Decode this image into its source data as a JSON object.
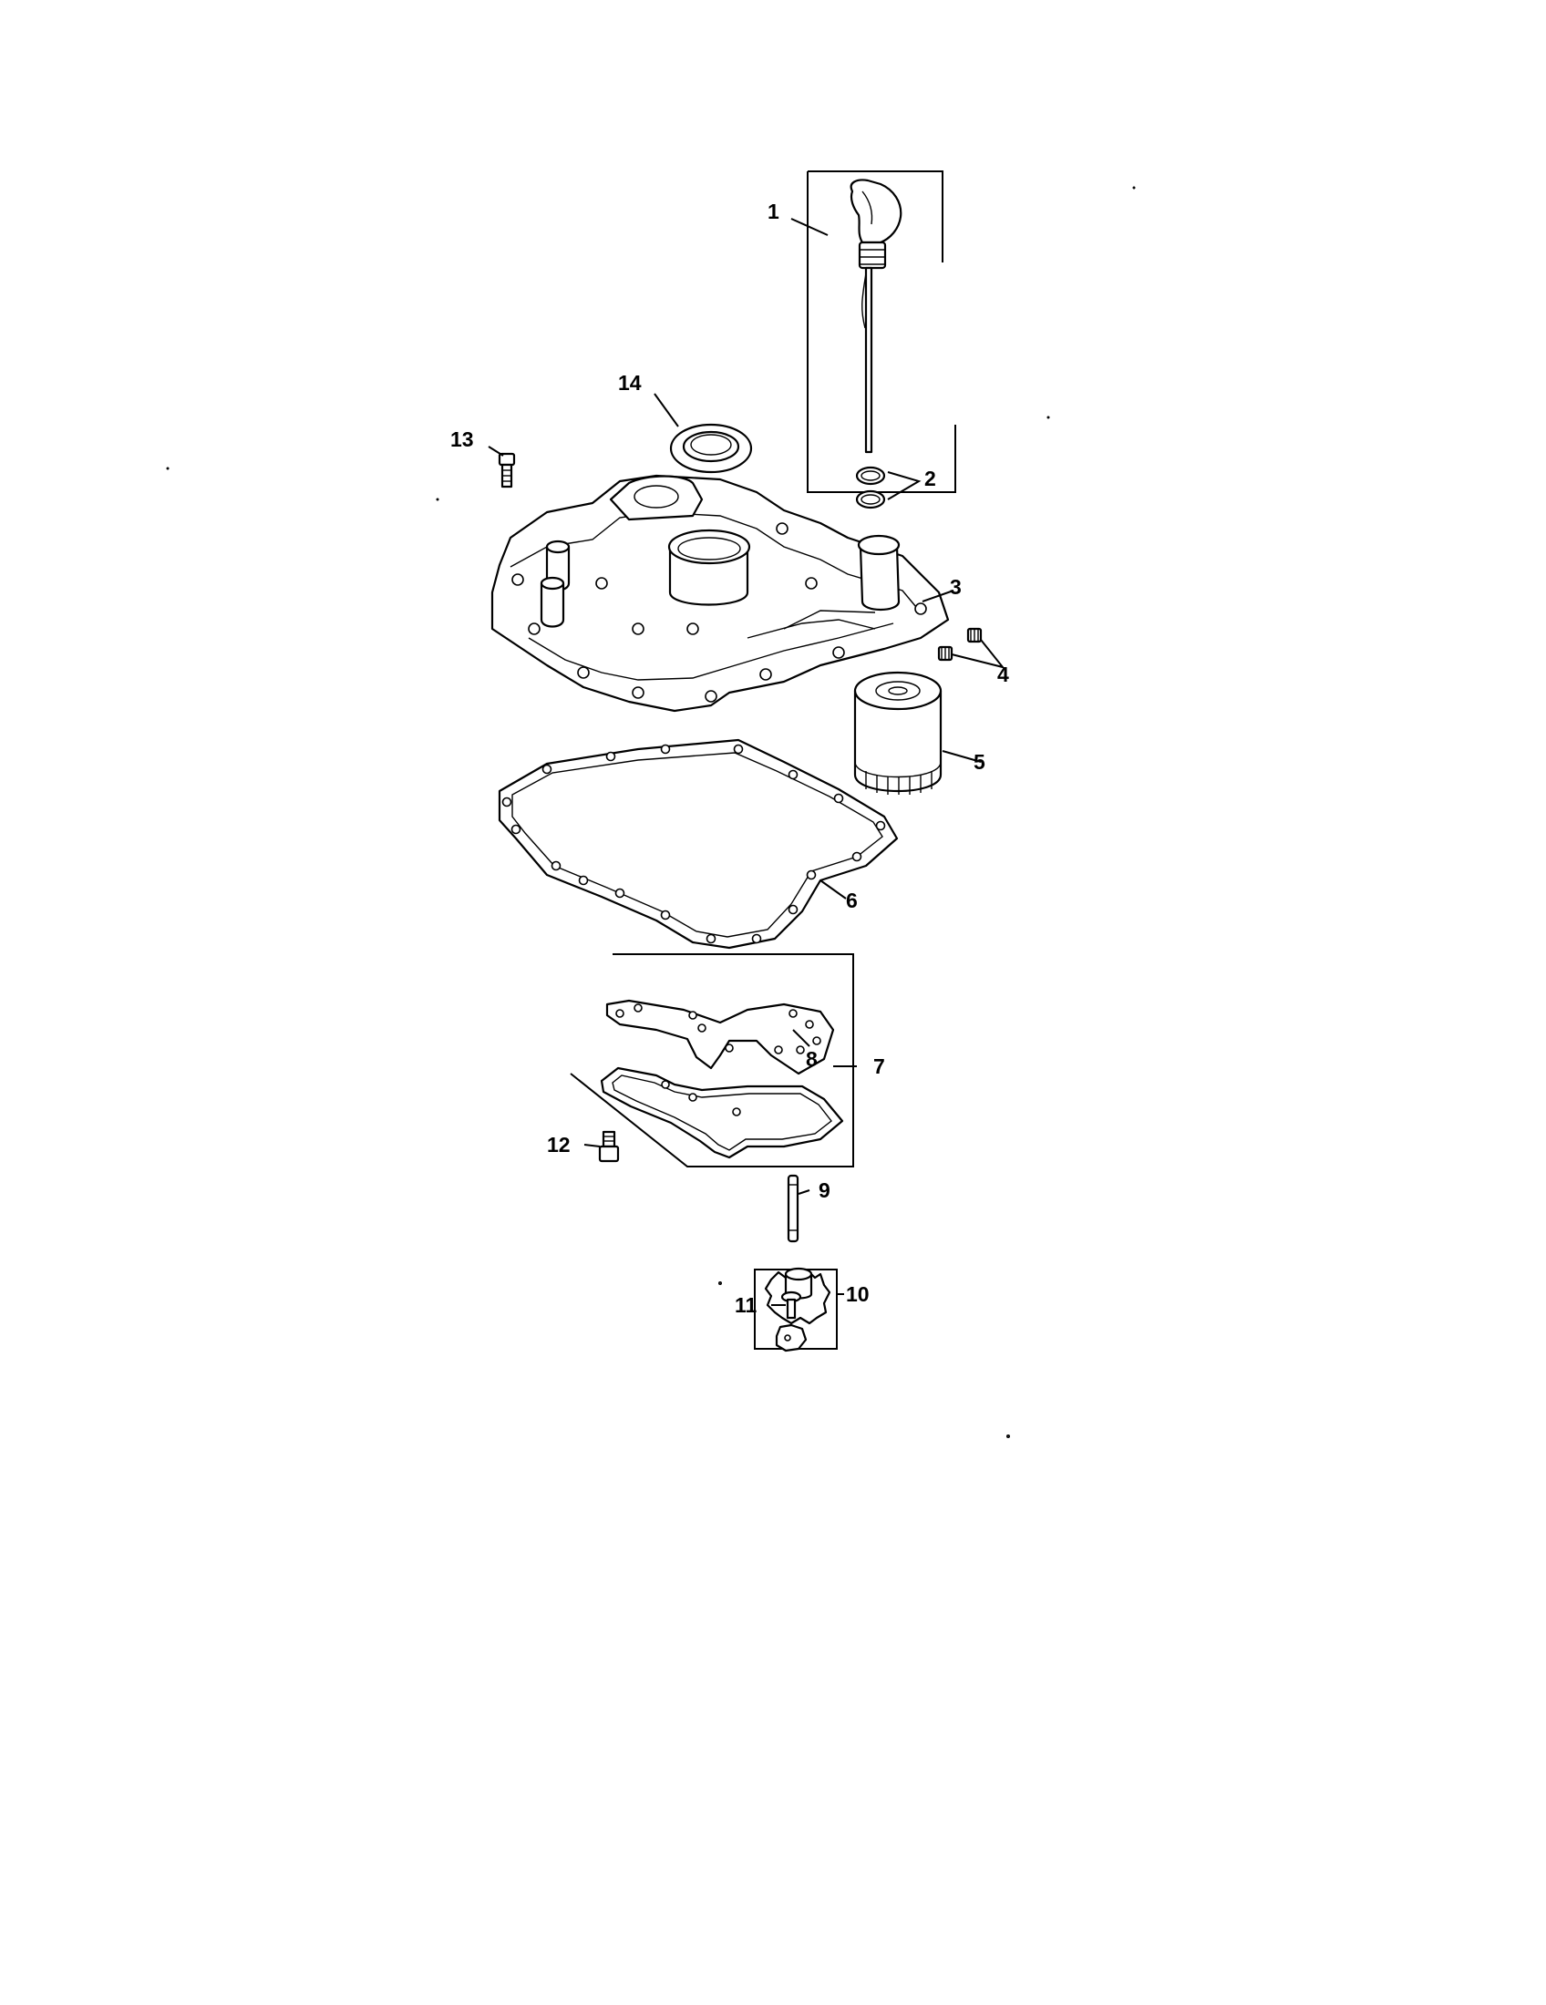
{
  "callouts": [
    {
      "id": "1",
      "part": "dipstick"
    },
    {
      "id": "2",
      "part": "o-rings"
    },
    {
      "id": "3",
      "part": "closure-plate"
    },
    {
      "id": "4",
      "part": "plugs"
    },
    {
      "id": "5",
      "part": "oil-filter"
    },
    {
      "id": "6",
      "part": "gasket"
    },
    {
      "id": "7",
      "part": "plate-kit"
    },
    {
      "id": "8",
      "part": "plate-gasket"
    },
    {
      "id": "9",
      "part": "shaft"
    },
    {
      "id": "10",
      "part": "gear-kit"
    },
    {
      "id": "11",
      "part": "pin"
    },
    {
      "id": "12",
      "part": "bolt-lower"
    },
    {
      "id": "13",
      "part": "bolt-upper"
    },
    {
      "id": "14",
      "part": "oil-seal"
    }
  ]
}
